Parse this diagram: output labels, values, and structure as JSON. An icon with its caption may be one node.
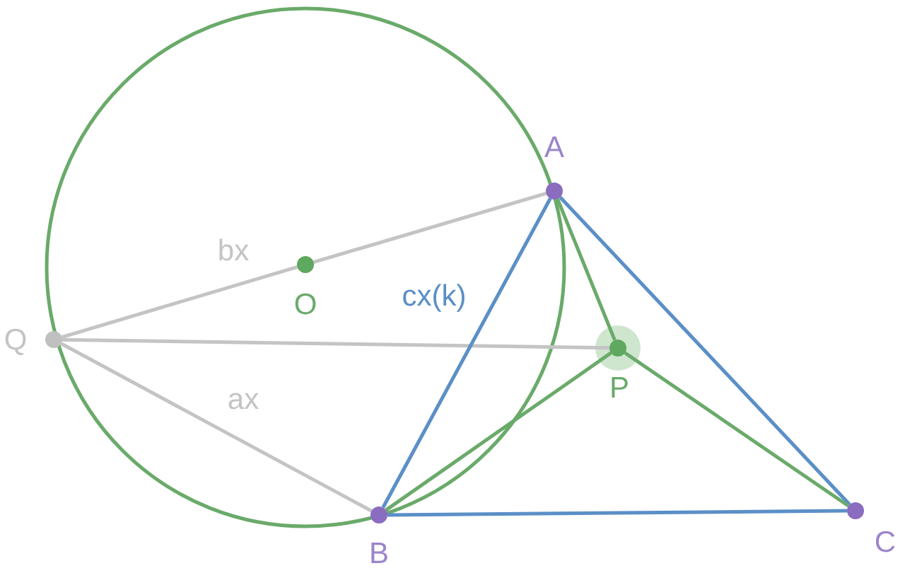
{
  "diagram": {
    "nodes": [
      {
        "text": [],
        "shape": "circle",
        "beside": [
          "A"
        ]
      },
      {
        "text": [],
        "shape": "circle",
        "beside": [
          "B"
        ]
      },
      {
        "text": [],
        "shape": "circle",
        "beside": [
          "C"
        ]
      },
      {
        "text": [],
        "shape": "circle",
        "beside": [
          "P"
        ]
      },
      {
        "text": [],
        "shape": "circle",
        "beside": [
          "Q"
        ]
      },
      {
        "text": [],
        "shape": "circle",
        "beside": [
          "O"
        ]
      }
    ],
    "edges": [
      {
        "from": 4,
        "to": 5,
        "arrow": "none",
        "label": "bx",
        "color": "#c4c4c4"
      },
      {
        "from": 5,
        "to": 0,
        "arrow": "none",
        "color": "#c4c4c4"
      },
      {
        "from": 4,
        "to": 3,
        "arrow": "none",
        "color": "#c4c4c4"
      },
      {
        "from": 4,
        "to": 1,
        "arrow": "none",
        "label": "ax",
        "color": "#c4c4c4"
      },
      {
        "from": 0,
        "to": 1,
        "arrow": "none",
        "label": "cx(k)",
        "color": "#5b8fc7"
      },
      {
        "from": 1,
        "to": 2,
        "arrow": "none",
        "color": "#5b8fc7"
      },
      {
        "from": 0,
        "to": 2,
        "arrow": "none",
        "color": "#5b8fc7"
      },
      {
        "from": 0,
        "to": 3,
        "arrow": "none",
        "color": "#6aaa6a"
      },
      {
        "from": 1,
        "to": 3,
        "arrow": "none",
        "color": "#6aaa6a"
      },
      {
        "from": 2,
        "to": 3,
        "arrow": "none",
        "color": "#6aaa6a"
      }
    ]
  }
}
